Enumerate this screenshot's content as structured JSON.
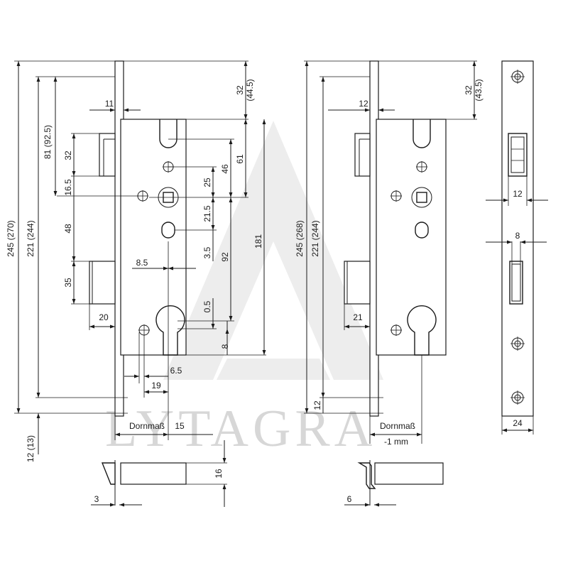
{
  "watermark": "LYTAGRA",
  "left_view": {
    "total_height": "245 (270)",
    "strike_to_bottom": "221 (244)",
    "bottom_offset": "12 (13)",
    "top_offset": "32",
    "top_offset_alt": "(44.5)",
    "latch_to_follower": "81 (92.5)",
    "latch_height": "32",
    "latch_below": "16.5",
    "latch_to_bolt": "48",
    "bolt_height": "35",
    "bolt_throw": "20",
    "faceplate_thickness": "11",
    "follower_61": "61",
    "follower_46": "46",
    "follower_25": "25",
    "follower_21_5": "21.5",
    "follower_3_5": "3.5",
    "follower_92": "92",
    "case_181": "181",
    "dim_0_5": "0.5",
    "dim_8": "8",
    "dim_8_5": "8.5",
    "dim_6_5": "6.5",
    "dim_19": "19",
    "dornmass_label": "Dornmaß",
    "dornmass_15": "15",
    "latch_profile_16": "16",
    "latch_profile_3": "3"
  },
  "middle_view": {
    "total_height": "245 (268)",
    "strike_to_bottom": "221 (244)",
    "top_offset": "32",
    "top_offset_alt": "(43.5)",
    "faceplate_thickness": "12",
    "bolt_throw": "21",
    "bottom_offset": "12",
    "dornmass_label": "Dornmaß",
    "dornmass_note": "-1 mm",
    "latch_profile_6": "6"
  },
  "right_view": {
    "latch_width": "12",
    "bolt_width": "8",
    "faceplate_width": "24"
  }
}
